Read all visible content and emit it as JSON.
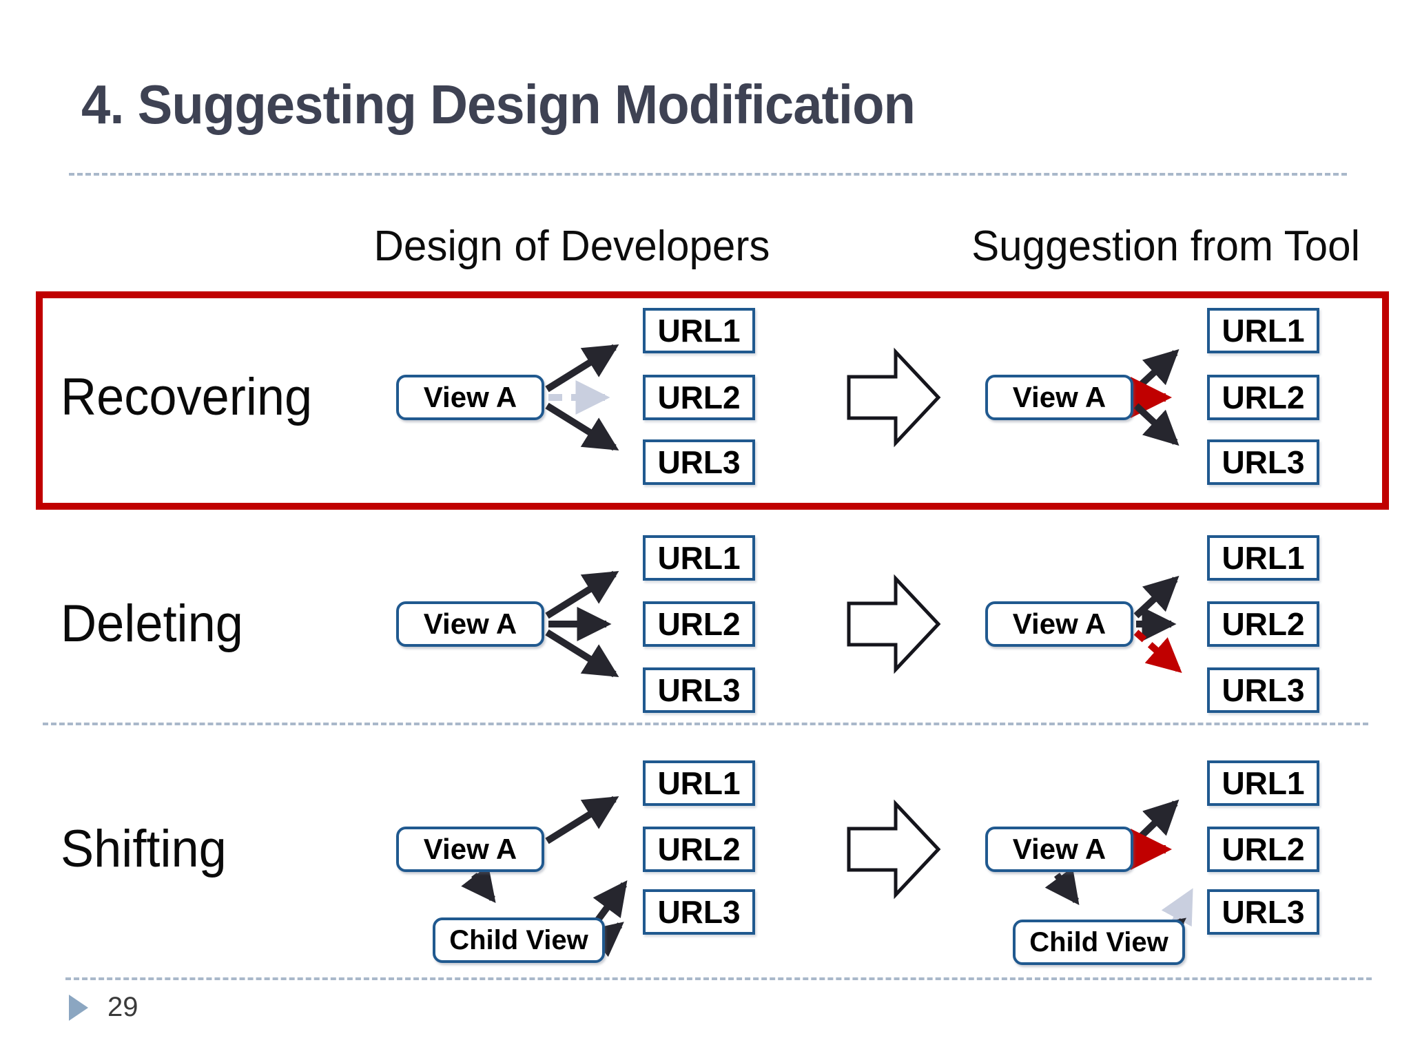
{
  "slide": {
    "title": "4. Suggesting Design Modification",
    "page_number": "29"
  },
  "columns": {
    "left_header": "Design of Developers",
    "right_header": "Suggestion from Tool"
  },
  "rows": [
    {
      "label": "Recovering",
      "highlighted": true,
      "left": {
        "view": "View A",
        "urls": [
          "URL1",
          "URL2",
          "URL3"
        ],
        "edges": [
          {
            "from": "View A",
            "to": "URL1",
            "style": "solid-black"
          },
          {
            "from": "View A",
            "to": "URL2",
            "style": "dashed-gray-missing"
          },
          {
            "from": "View A",
            "to": "URL3",
            "style": "solid-black"
          }
        ]
      },
      "right": {
        "view": "View A",
        "urls": [
          "URL1",
          "URL2",
          "URL3"
        ],
        "edges": [
          {
            "from": "View A",
            "to": "URL1",
            "style": "solid-black"
          },
          {
            "from": "View A",
            "to": "URL2",
            "style": "solid-red-recovered"
          },
          {
            "from": "View A",
            "to": "URL3",
            "style": "solid-black"
          }
        ]
      }
    },
    {
      "label": "Deleting",
      "highlighted": false,
      "left": {
        "view": "View A",
        "urls": [
          "URL1",
          "URL2",
          "URL3"
        ],
        "edges": [
          {
            "from": "View A",
            "to": "URL1",
            "style": "solid-black"
          },
          {
            "from": "View A",
            "to": "URL2",
            "style": "solid-black"
          },
          {
            "from": "View A",
            "to": "URL3",
            "style": "solid-black"
          }
        ]
      },
      "right": {
        "view": "View A",
        "urls": [
          "URL1",
          "URL2",
          "URL3"
        ],
        "edges": [
          {
            "from": "View A",
            "to": "URL1",
            "style": "solid-black"
          },
          {
            "from": "View A",
            "to": "URL2",
            "style": "solid-black"
          },
          {
            "from": "View A",
            "to": "URL3",
            "style": "dashed-red-deleted"
          }
        ]
      }
    },
    {
      "label": "Shifting",
      "highlighted": false,
      "left": {
        "view": "View A",
        "child": "Child View",
        "urls": [
          "URL1",
          "URL2",
          "URL3"
        ],
        "edges": [
          {
            "from": "View A",
            "to": "URL1",
            "style": "solid-black"
          },
          {
            "from": "View A",
            "to": "Child View",
            "style": "solid-black"
          },
          {
            "from": "Child View",
            "to": "URL2",
            "style": "solid-black"
          },
          {
            "from": "Child View",
            "to": "URL3",
            "style": "solid-black"
          }
        ]
      },
      "right": {
        "view": "View A",
        "child": "Child View",
        "urls": [
          "URL1",
          "URL2",
          "URL3"
        ],
        "edges": [
          {
            "from": "View A",
            "to": "URL1",
            "style": "solid-black"
          },
          {
            "from": "View A",
            "to": "URL2",
            "style": "solid-red-shifted"
          },
          {
            "from": "View A",
            "to": "Child View",
            "style": "solid-black"
          },
          {
            "from": "Child View",
            "to": "URL2",
            "style": "dashed-gray-removed"
          },
          {
            "from": "Child View",
            "to": "URL3",
            "style": "solid-black"
          }
        ]
      }
    }
  ],
  "icons": {
    "transform_arrow": "hollow-right-block-arrow",
    "footer_marker": "play-triangle"
  },
  "colors": {
    "title": "#3e4253",
    "highlight_frame": "#c00000",
    "suggestion_red": "#c00000",
    "box_border_blue": "#20598f",
    "arrow_dark": "#26262e",
    "dashed_gray": "#c9cfdf",
    "separator_dash": "#a9b8ca",
    "footer_triangle": "#8ba6c1"
  }
}
